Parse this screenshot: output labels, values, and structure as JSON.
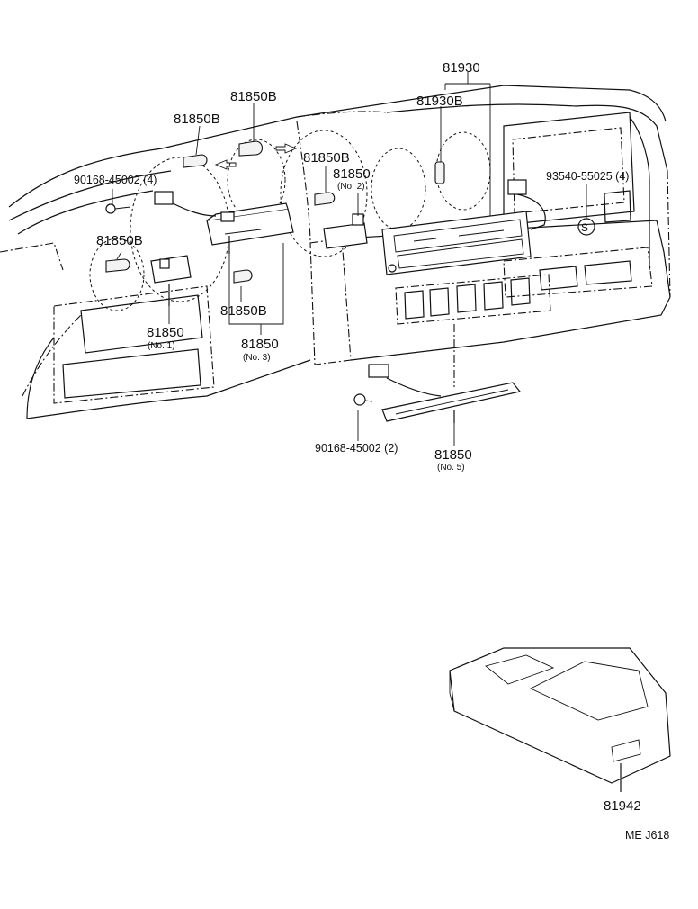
{
  "labels": {
    "p81930": "81930",
    "p81930b": "81930B",
    "p81850b_top": "81850B",
    "p81850b_left": "81850B",
    "p90168_top": "90168-45002 (4)",
    "p81850b_center": "81850B",
    "p81850_no2": "81850",
    "p81850_no2_sub": "(No. 2)",
    "p93540": "93540-55025 (4)",
    "p81850b_leftlow": "81850B",
    "p81850b_bottom": "81850B",
    "p81850_no1": "81850",
    "p81850_no1_sub": "(No. 1)",
    "p81850_no3": "81850",
    "p81850_no3_sub": "(No. 3)",
    "p90168_bottom": "90168-45002 (2)",
    "p81850_no5": "81850",
    "p81850_no5_sub": "(No. 5)",
    "p81942": "81942",
    "s_mark": "S",
    "code": "ME  J618"
  }
}
